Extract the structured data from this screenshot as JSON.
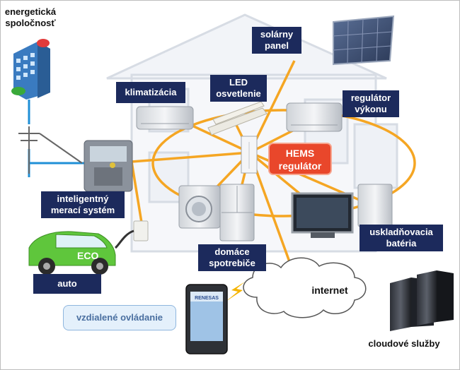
{
  "labels": {
    "utility": [
      "energetická",
      "spoločnosť"
    ],
    "solar": [
      "solárny",
      "panel"
    ],
    "ac": "klimatizácia",
    "led": [
      "LED",
      "osvetlenie"
    ],
    "power_regulator": [
      "regulátor",
      "výkonu"
    ],
    "hems": [
      "HEMS",
      "regulátor"
    ],
    "smart_meter": [
      "inteligentný",
      "merací systém"
    ],
    "battery": [
      "uskladňovacia",
      "batéria"
    ],
    "appliances": [
      "domáce",
      "spotrebiče"
    ],
    "car": "auto",
    "internet": "internet",
    "remote": "vzdialené ovládanie",
    "cloud": "cloudové služby",
    "car_badge": "ECO",
    "phone_brand": "RENESAS"
  },
  "colors": {
    "label_bg": "#1c2a5c",
    "hems_bg": "#e9472b",
    "link_orange": "#f5a623",
    "utility_link": "#1f8fd6",
    "car_body": "#5fc63c"
  }
}
